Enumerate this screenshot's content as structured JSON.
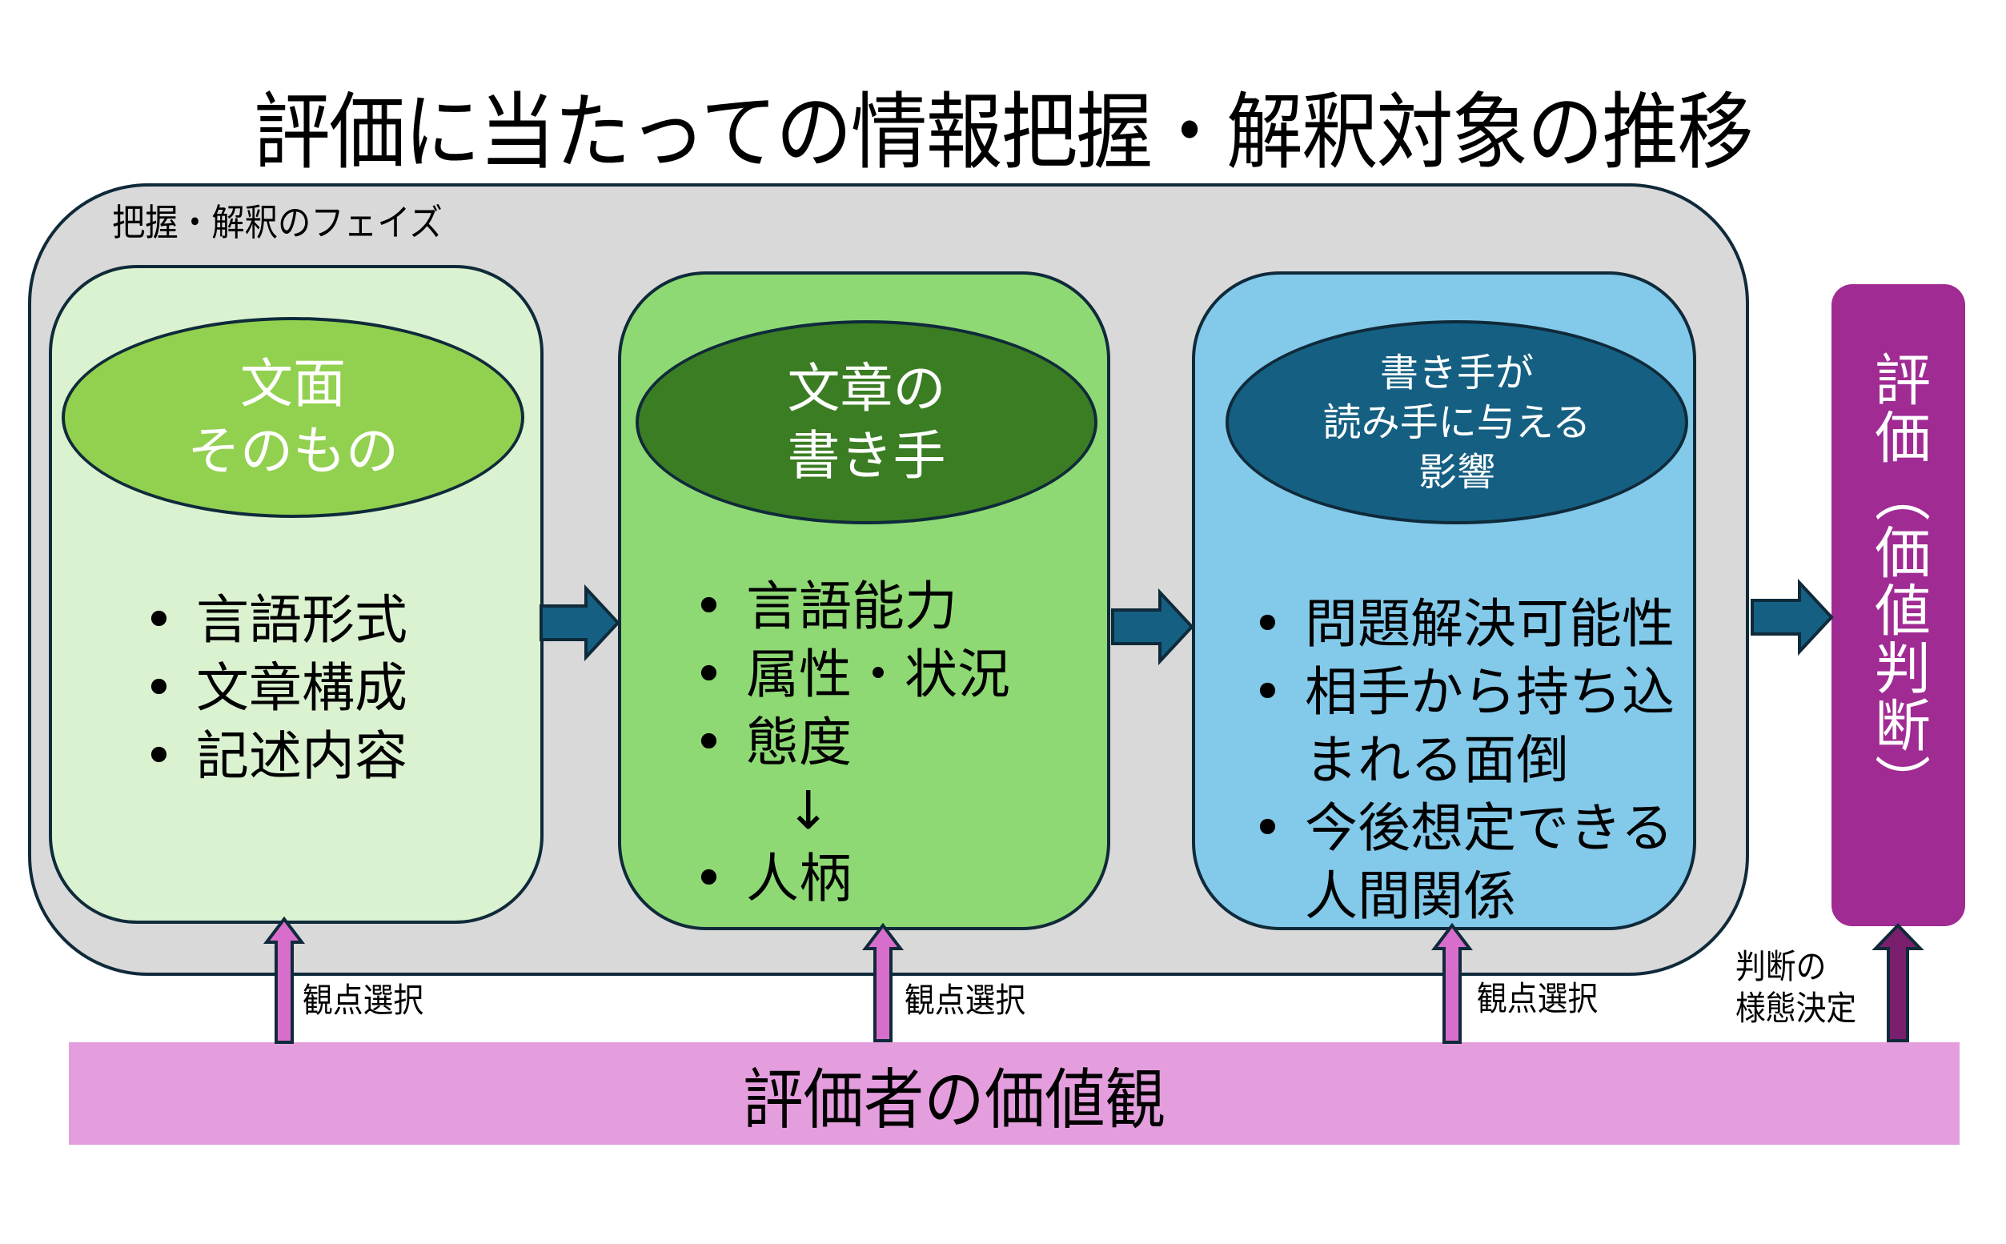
{
  "title": "評価に当たっての情報把握・解釈対象の推移",
  "phase": {
    "label": "把握・解釈のフェイズ"
  },
  "stages": [
    {
      "header_lines": [
        "文面",
        "そのもの"
      ],
      "items": [
        "言語形式",
        "文章構成",
        "記述内容"
      ],
      "colors": {
        "box": "#daf2d0",
        "ellipse": "#92d050"
      }
    },
    {
      "header_lines": [
        "文章の",
        "書き手"
      ],
      "items": [
        "言語能力",
        "属性・状況",
        "態度"
      ],
      "transition_arrow": "↓",
      "final_item": "人柄",
      "colors": {
        "box": "#8fd974",
        "ellipse": "#3b7d23"
      }
    },
    {
      "header_lines": [
        "書き手が",
        "読み手に与える",
        "影響"
      ],
      "items": [
        {
          "lines": [
            "問題解決可能性"
          ]
        },
        {
          "lines": [
            "相手から持ち込",
            "まれる面倒"
          ]
        },
        {
          "lines": [
            "今後想定できる",
            "人間関係"
          ]
        }
      ],
      "colors": {
        "box": "#83c9ea",
        "ellipse": "#156082"
      }
    }
  ],
  "evaluation": {
    "label": "評価（価値判断）",
    "color": "#a02b93"
  },
  "values_bar": {
    "label": "評価者の価値観",
    "color": "#e49edd"
  },
  "up_arrows": [
    {
      "label": "観点選択"
    },
    {
      "label": "観点選択"
    },
    {
      "label": "観点選択"
    },
    {
      "label_lines": [
        "判断の",
        "様態決定"
      ]
    }
  ],
  "colors": {
    "flow_arrow": "#156082",
    "select_arrow": "#d86ecc",
    "decide_arrow": "#7a1f6e",
    "outline": "#0f2a3a",
    "phase_bg": "#d9d9d9"
  }
}
